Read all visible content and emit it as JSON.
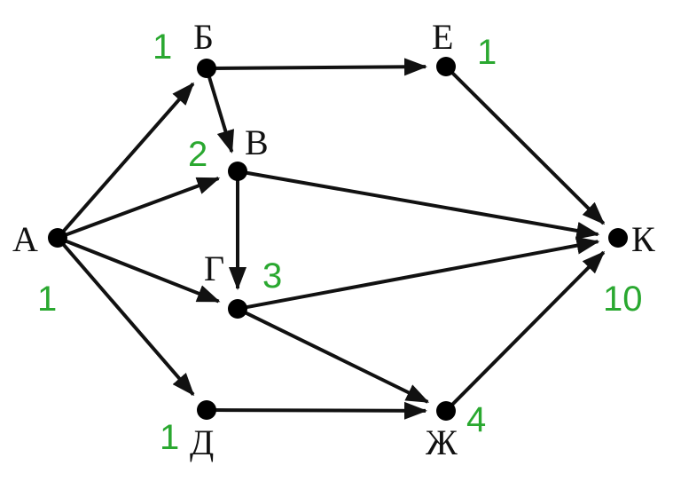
{
  "colors": {
    "graph": "#111111",
    "counts": "#2aa830",
    "background": "#ffffff"
  },
  "nodes": [
    {
      "id": "A",
      "label": "А",
      "count": "1"
    },
    {
      "id": "B",
      "label": "Б",
      "count": "1"
    },
    {
      "id": "V",
      "label": "В",
      "count": "2"
    },
    {
      "id": "G",
      "label": "Г",
      "count": "3"
    },
    {
      "id": "D",
      "label": "Д",
      "count": "1"
    },
    {
      "id": "E",
      "label": "Е",
      "count": "1"
    },
    {
      "id": "Zh",
      "label": "Ж",
      "count": "4"
    },
    {
      "id": "K",
      "label": "К",
      "count": "10"
    }
  ],
  "edges": [
    {
      "from": "A",
      "to": "B"
    },
    {
      "from": "A",
      "to": "V"
    },
    {
      "from": "A",
      "to": "G"
    },
    {
      "from": "A",
      "to": "D"
    },
    {
      "from": "B",
      "to": "E"
    },
    {
      "from": "B",
      "to": "V"
    },
    {
      "from": "V",
      "to": "G"
    },
    {
      "from": "V",
      "to": "K"
    },
    {
      "from": "E",
      "to": "K"
    },
    {
      "from": "G",
      "to": "K"
    },
    {
      "from": "G",
      "to": "Zh"
    },
    {
      "from": "D",
      "to": "Zh"
    },
    {
      "from": "Zh",
      "to": "K"
    }
  ]
}
